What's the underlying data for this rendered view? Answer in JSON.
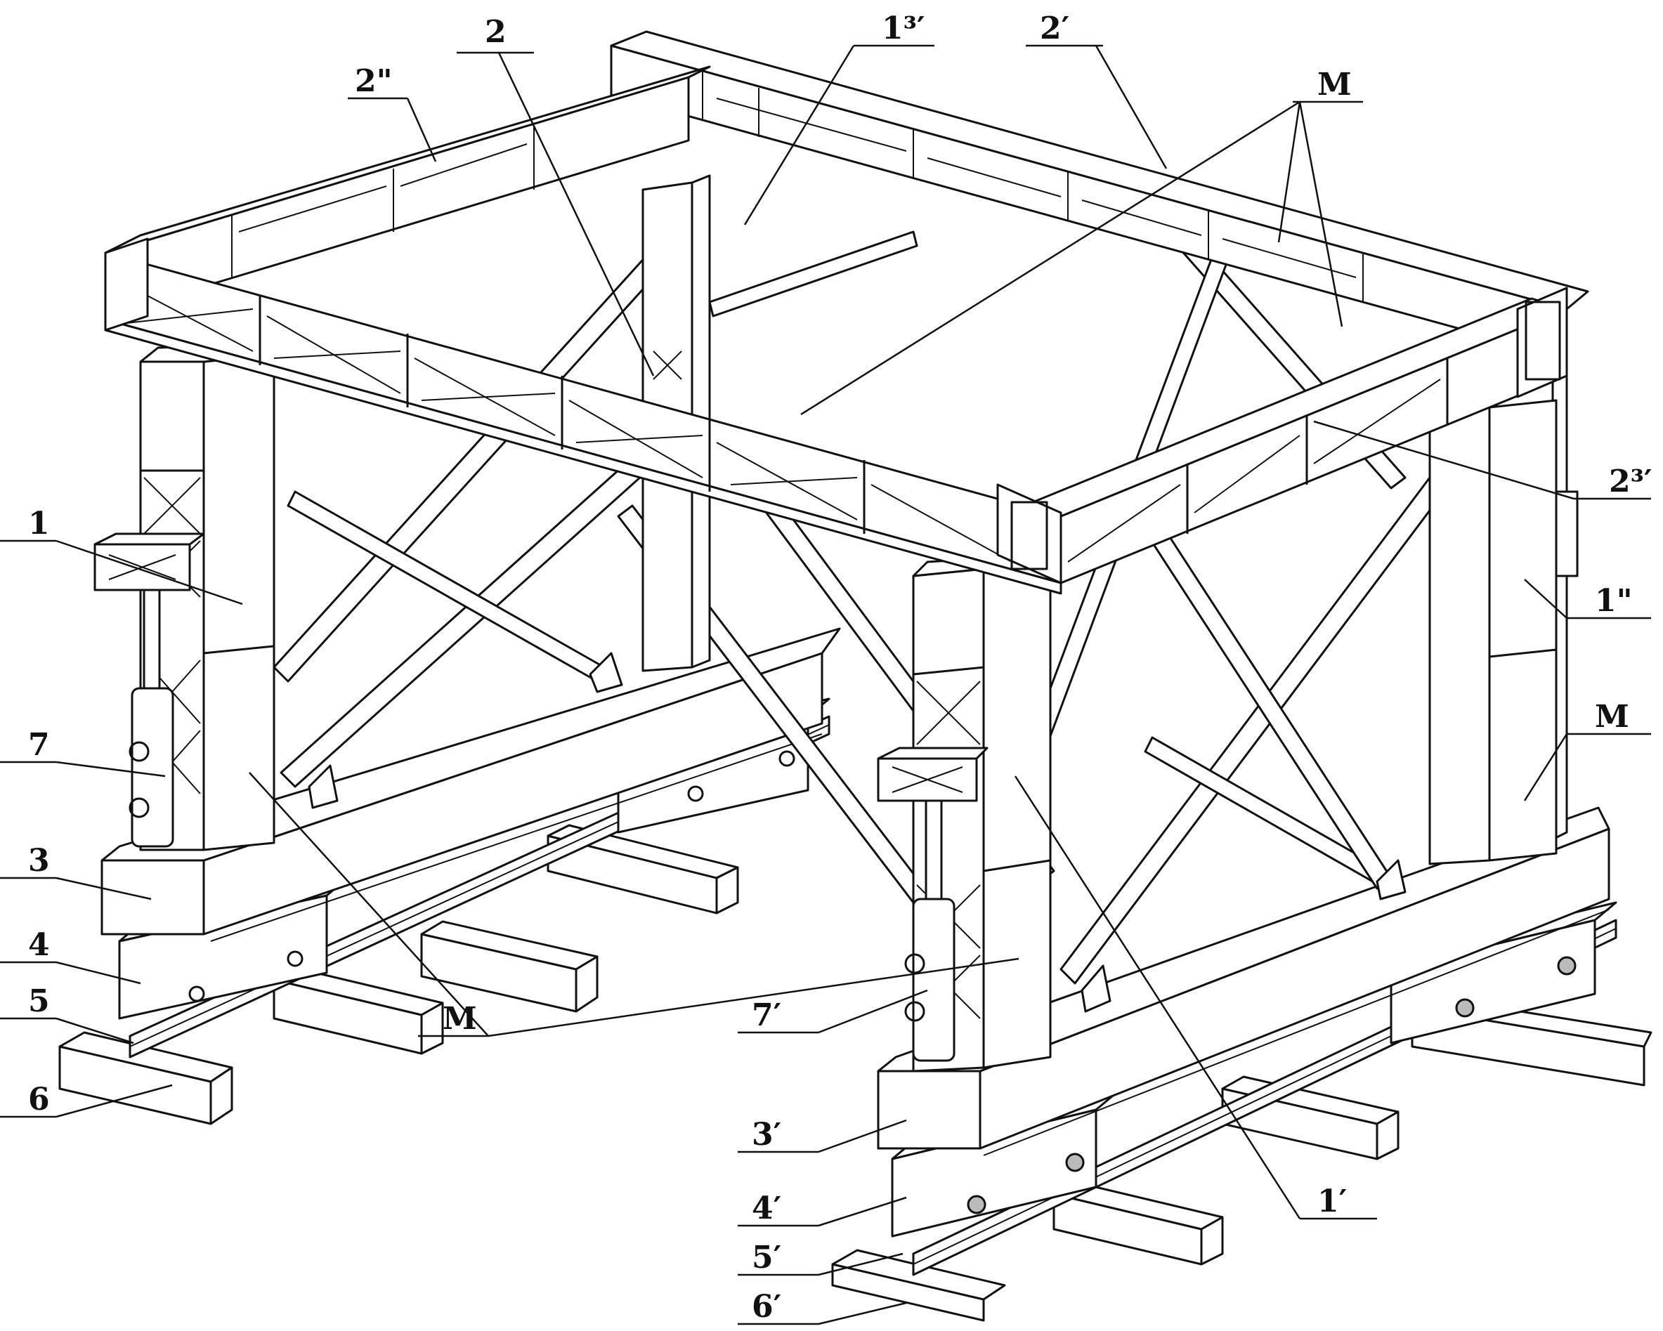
{
  "labels": {
    "l2pp": "2\"",
    "l2": "2",
    "l13": "1³′",
    "l2p": "2′",
    "lM_top": "M",
    "l23": "2³′",
    "l1": "1",
    "l1pp": "1\"",
    "l7": "7",
    "lM_right": "M",
    "l3": "3",
    "l4": "4",
    "l5": "5",
    "l6": "6",
    "l7p": "7′",
    "l3p": "3′",
    "l4p": "4′",
    "l5p": "5′",
    "l6p": "6′",
    "lM_bottom": "M",
    "l1p": "1′"
  }
}
